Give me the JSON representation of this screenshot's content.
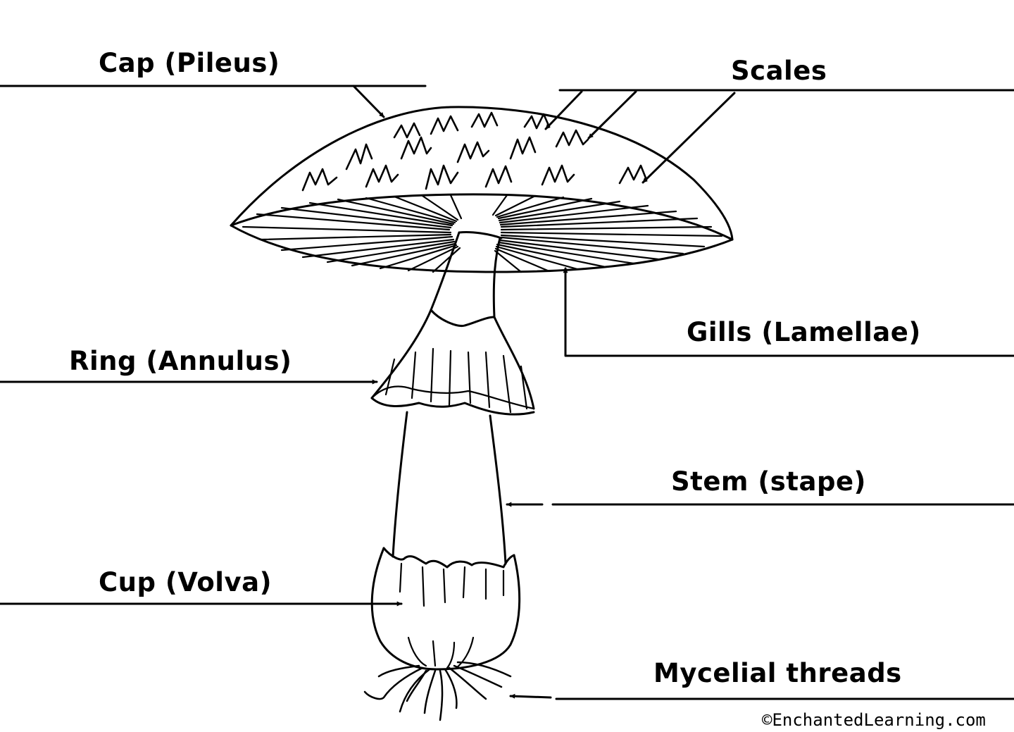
{
  "labels": {
    "cap": "Cap (Pileus)",
    "scales": "Scales",
    "gills": "Gills (Lamellae)",
    "ring": "Ring (Annulus)",
    "stem": "Stem (stape)",
    "cup": "Cup (Volva)",
    "mycelial": "Mycelial threads"
  },
  "credit": "©EnchantedLearning.com",
  "colors": {
    "ink": "#000000",
    "background": "#ffffff"
  }
}
